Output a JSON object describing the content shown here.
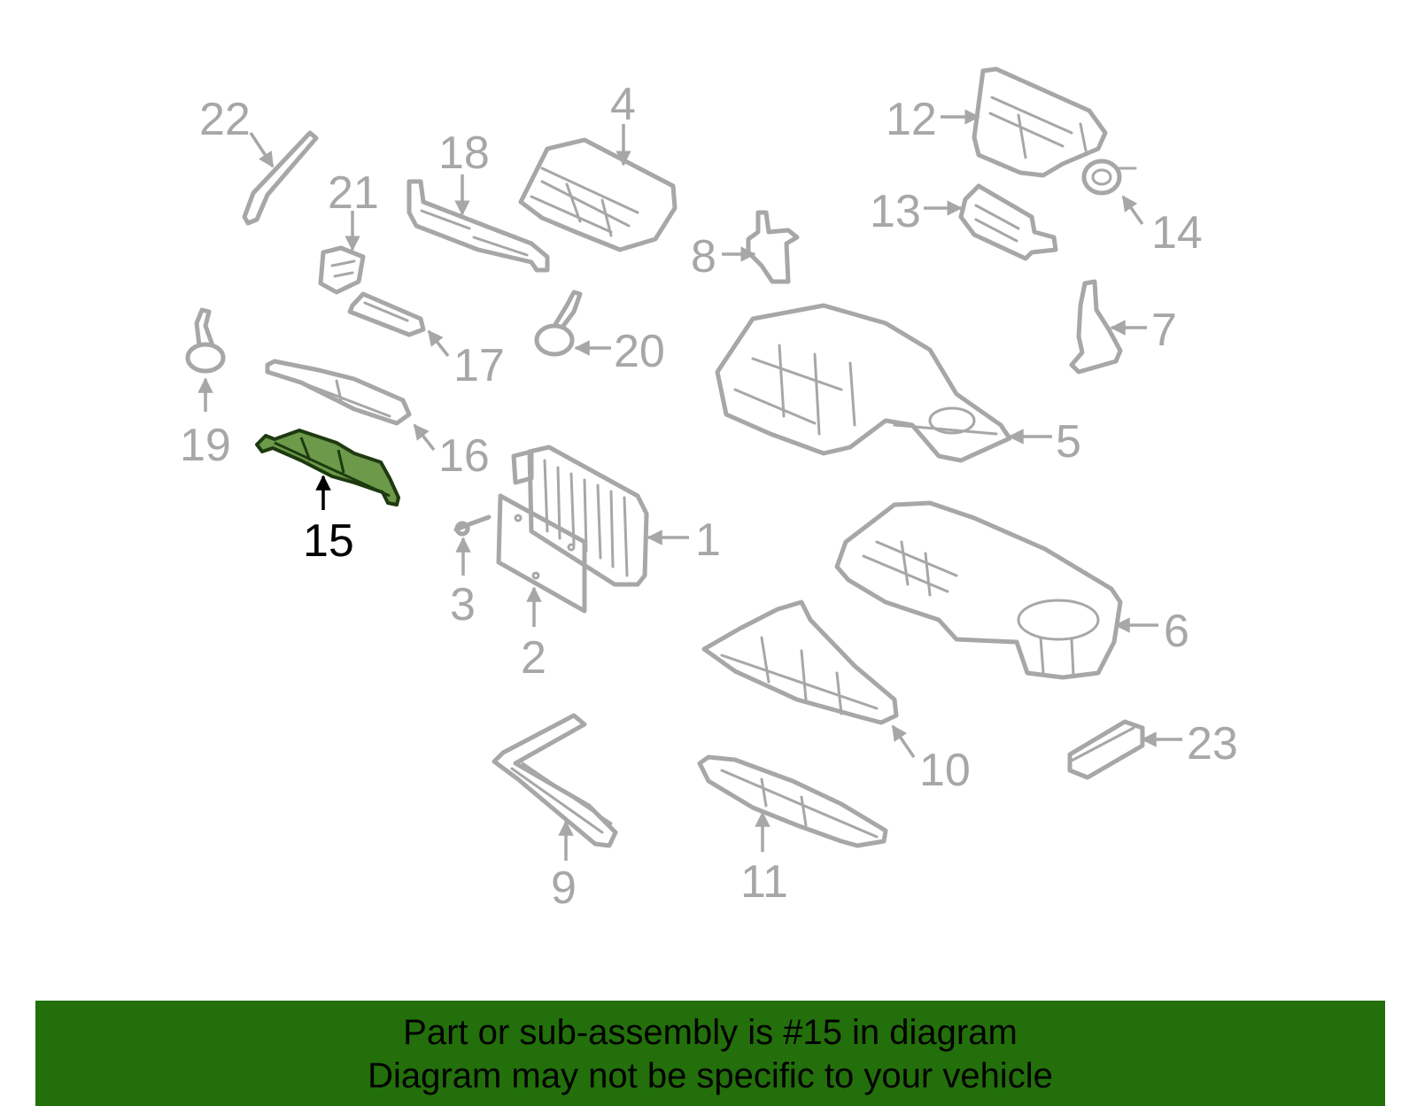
{
  "diagram": {
    "highlight_label": "15",
    "labels": {
      "p1": "1",
      "p2": "2",
      "p3": "3",
      "p4": "4",
      "p5": "5",
      "p6": "6",
      "p7": "7",
      "p8": "8",
      "p9": "9",
      "p10": "10",
      "p11": "11",
      "p12": "12",
      "p13": "13",
      "p14": "14",
      "p16": "16",
      "p17": "17",
      "p18": "18",
      "p19": "19",
      "p20": "20",
      "p21": "21",
      "p22": "22",
      "p23": "23"
    },
    "colors": {
      "parts": "#a7a7a7",
      "highlight_fill": "#6c9a4a",
      "highlight_callout": "#000000"
    }
  },
  "footer": {
    "line1": "Part or sub-assembly is #15 in diagram",
    "line2": "Diagram may not be specific to your vehicle",
    "background": "#236f0b"
  }
}
